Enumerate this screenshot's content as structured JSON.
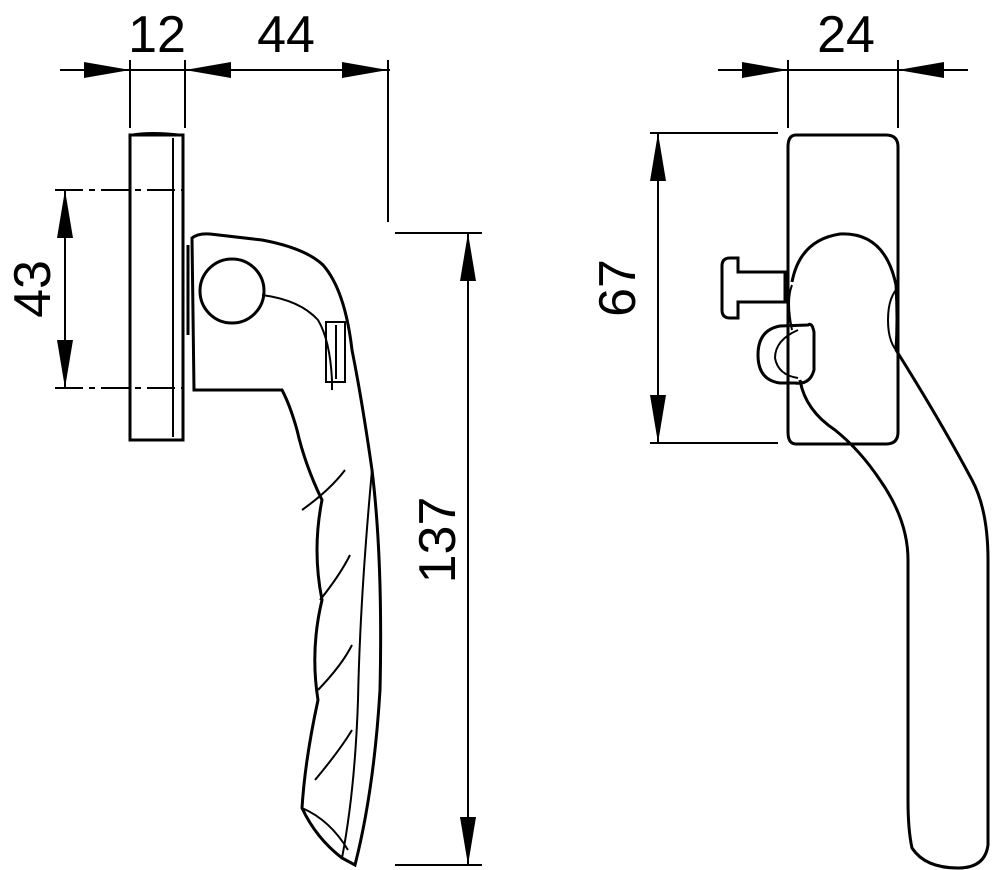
{
  "dimensions": {
    "rose_depth": "12",
    "handle_projection": "44",
    "rose_width": "24",
    "spindle_to_screw": "43",
    "rose_height": "67",
    "handle_length": "137"
  }
}
